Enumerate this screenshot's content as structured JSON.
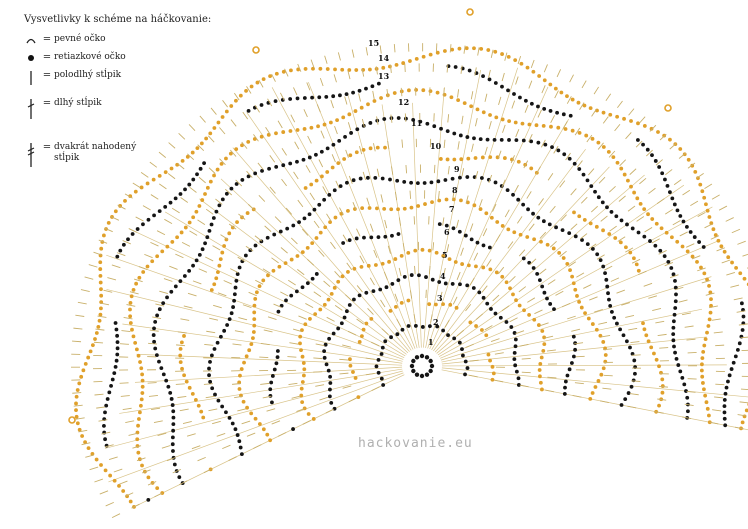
{
  "legend": {
    "title": "Vysvetlivky k schéme na háčkovanie:",
    "items": [
      {
        "icon": "slip-stitch-arc-icon",
        "label": "pevné očko"
      },
      {
        "icon": "chain-dot-icon",
        "label": "retiazkové očko"
      },
      {
        "icon": "half-double-crochet-icon",
        "label": "polodlhý stĺpik"
      },
      {
        "icon": "double-crochet-icon",
        "label": "dlhý stĺpik"
      },
      {
        "icon": "treble-crochet-icon",
        "label": "dvakrát nahodený stĺpik"
      }
    ]
  },
  "row_numbers": [
    "1",
    "2",
    "3",
    "4",
    "5",
    "6",
    "7",
    "8",
    "9",
    "10",
    "11",
    "12",
    "13",
    "14",
    "15"
  ],
  "watermark": "hackovanie.eu",
  "colors": {
    "orange": "#e0a02a",
    "black": "#151515",
    "stitch": "#d9c48a",
    "text": "#222222"
  }
}
